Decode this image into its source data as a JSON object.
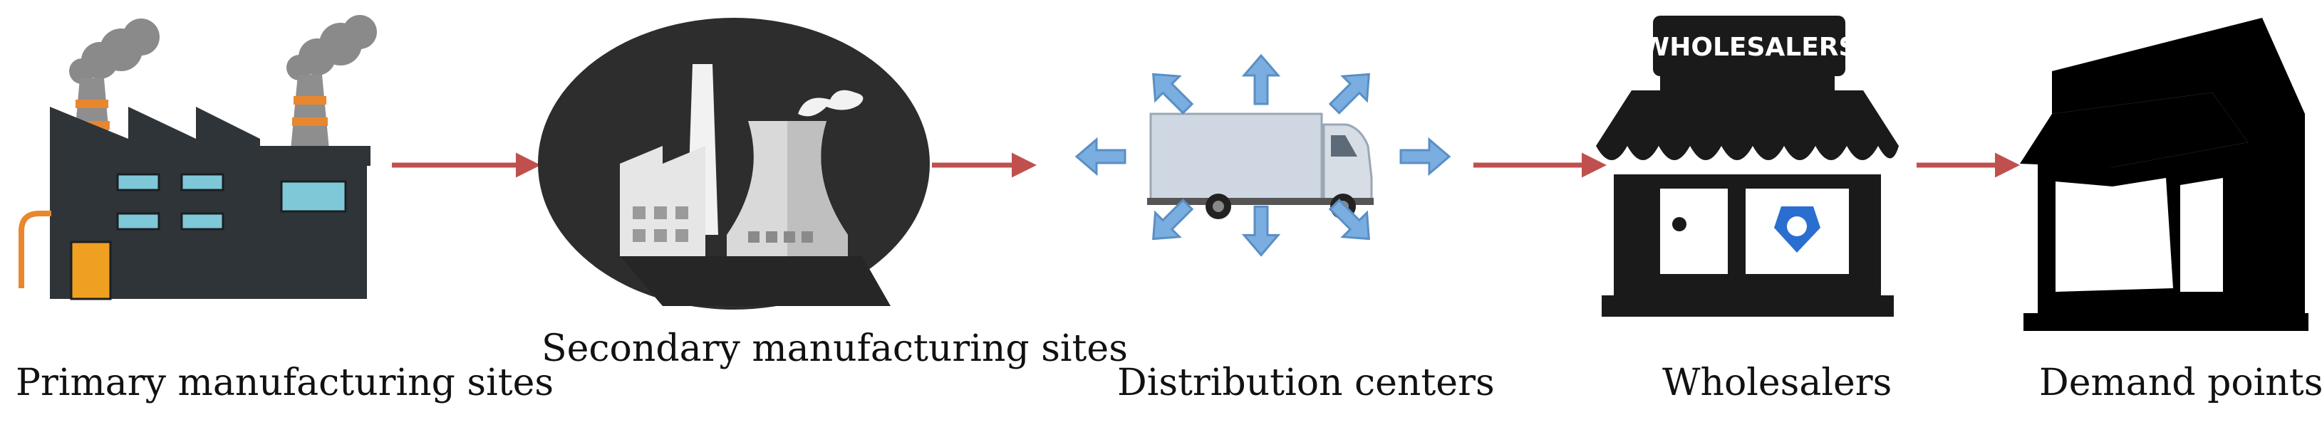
{
  "nodes": [
    {
      "id": "primary",
      "label": "Primary manufacturing sites"
    },
    {
      "id": "secondary",
      "label": "Secondary manufacturing sites"
    },
    {
      "id": "distribution",
      "label": "Distribution centers"
    },
    {
      "id": "wholesalers",
      "label": "Wholesalers"
    },
    {
      "id": "demand",
      "label": "Demand points"
    }
  ],
  "store_sign": "WHOLESALERS",
  "colors": {
    "flow_arrow": "#c0504d",
    "direction_arrow": "#7aaee0",
    "factory_dark": "#2e3438",
    "smoke": "#8a8a8a"
  },
  "icons": [
    "factory-icon",
    "chimney-factory-icon",
    "truck-icon",
    "store-icon",
    "storefront-icon"
  ]
}
